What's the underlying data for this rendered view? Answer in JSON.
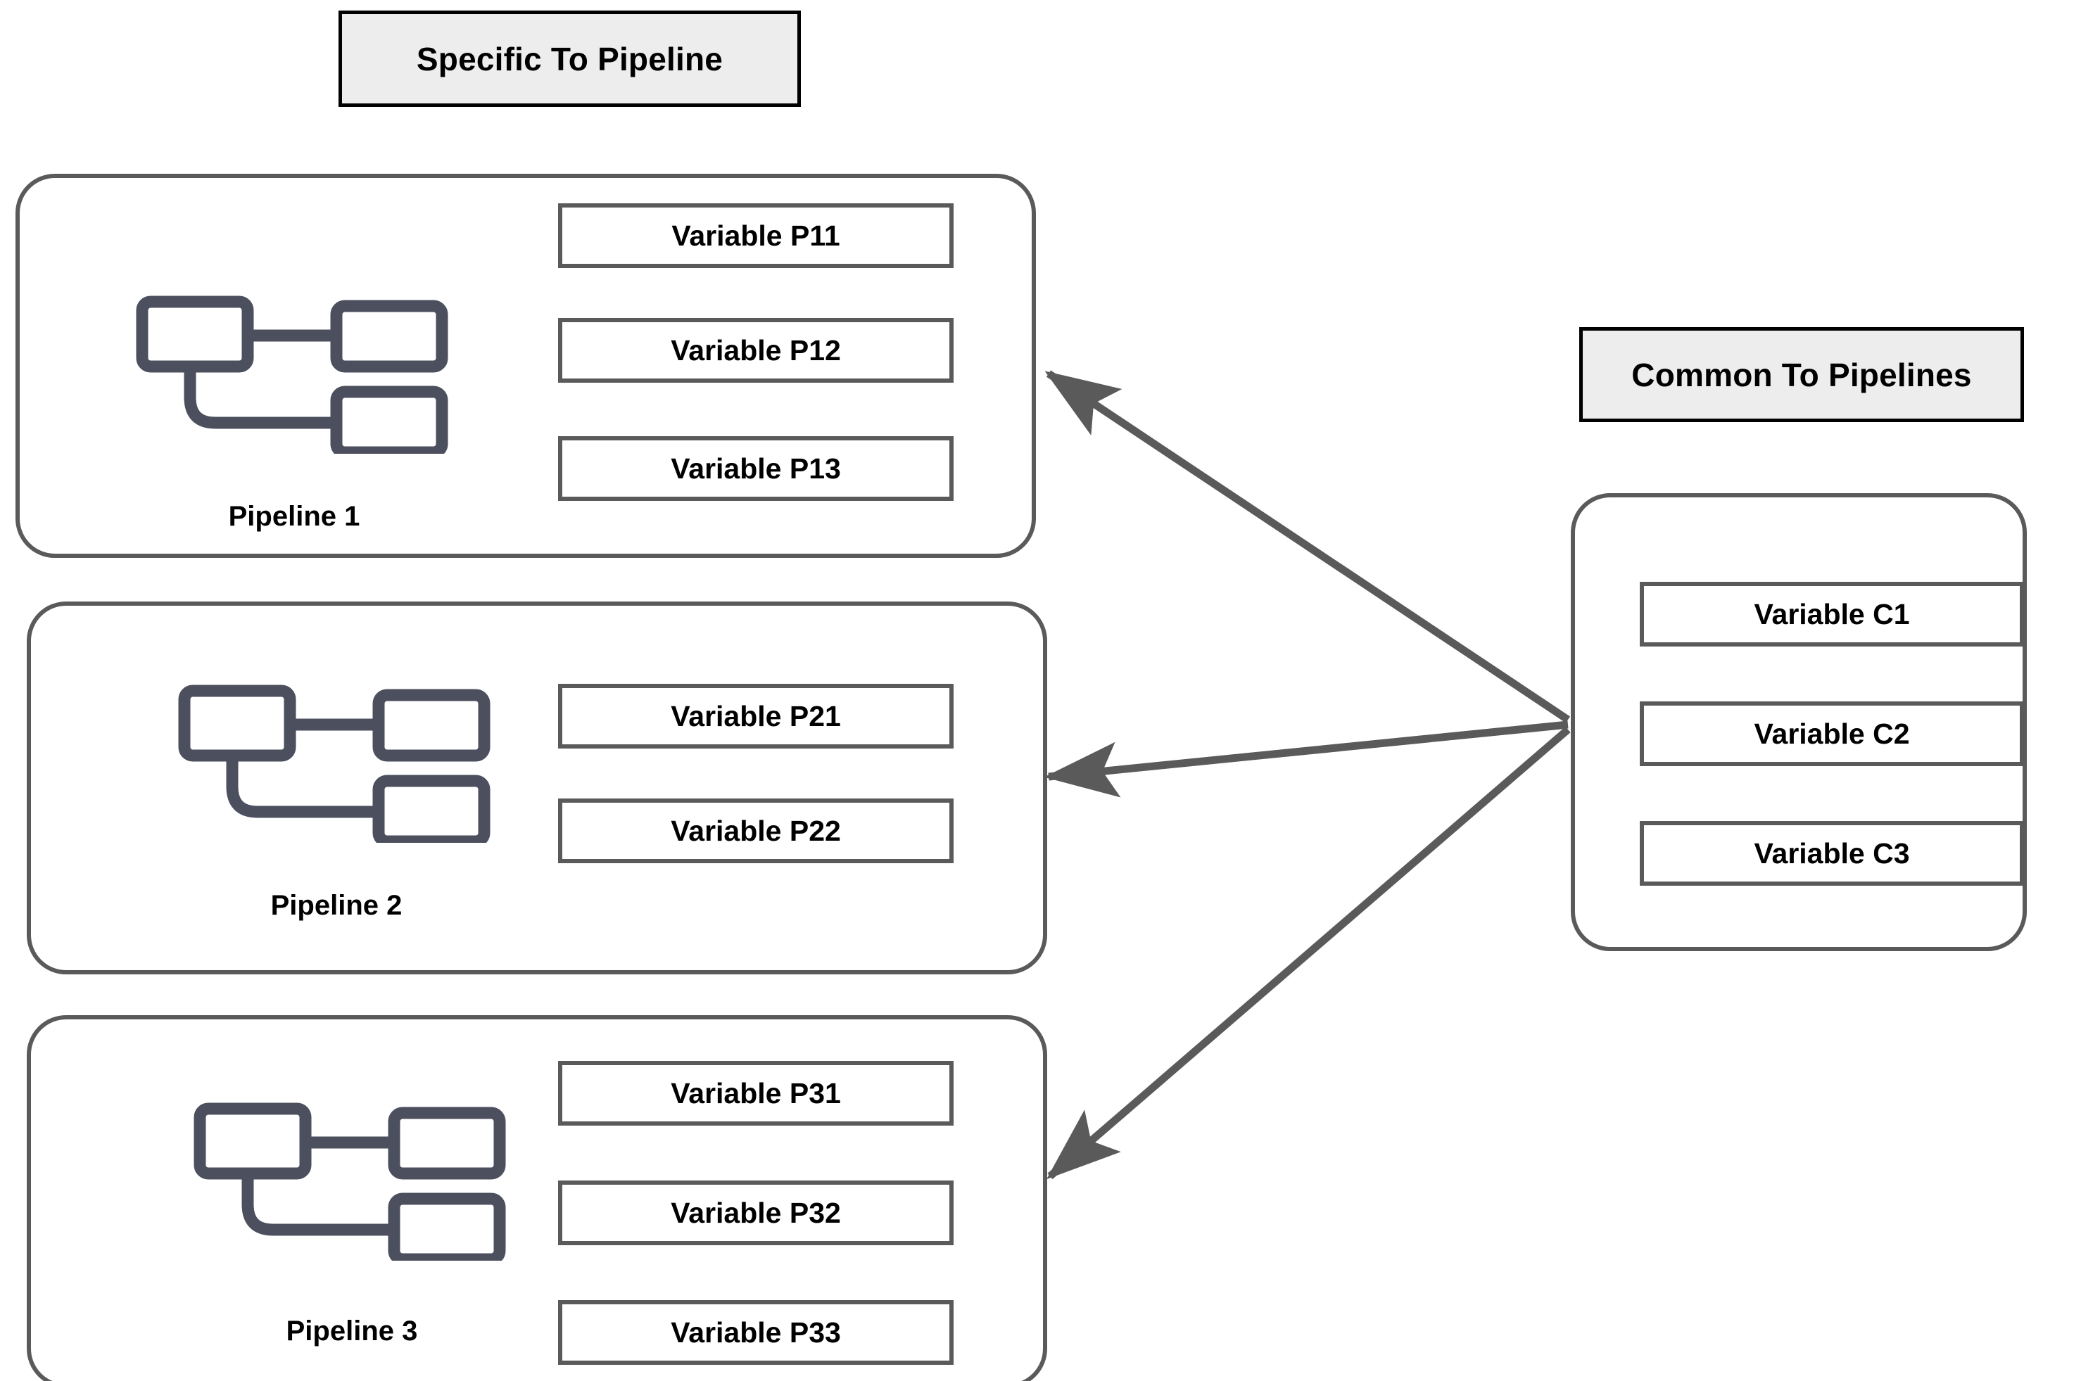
{
  "headers": {
    "specific": "Specific To Pipeline",
    "common": "Common To Pipelines"
  },
  "pipelines": [
    {
      "label": "Pipeline 1",
      "icon_name": "pipeline-flow-icon",
      "variables": [
        "Variable P11",
        "Variable P12",
        "Variable P13"
      ]
    },
    {
      "label": "Pipeline 2",
      "icon_name": "pipeline-flow-icon",
      "variables": [
        "Variable P21",
        "Variable P22"
      ]
    },
    {
      "label": "Pipeline 3",
      "icon_name": "pipeline-flow-icon",
      "variables": [
        "Variable P31",
        "Variable P32",
        "Variable P33"
      ]
    }
  ],
  "common_group": {
    "variables": [
      "Variable C1",
      "Variable C2",
      "Variable C3"
    ]
  },
  "arrows": [
    {
      "name": "arrow-common-to-pipeline-1",
      "from": "common-group",
      "to": "pipeline-1"
    },
    {
      "name": "arrow-common-to-pipeline-2",
      "from": "common-group",
      "to": "pipeline-2"
    },
    {
      "name": "arrow-common-to-pipeline-3",
      "from": "common-group",
      "to": "pipeline-3"
    }
  ],
  "colors": {
    "outline": "#5a5a5a",
    "header_border": "#000000",
    "header_fill": "#ededed",
    "icon_stroke": "#4c4f5e",
    "arrow": "#5a5a5a",
    "background": "#ffffff",
    "text": "#000000"
  }
}
